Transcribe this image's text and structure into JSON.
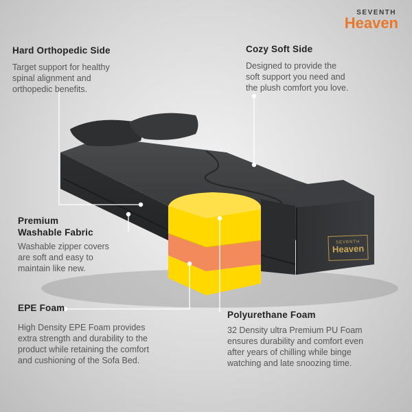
{
  "brand": {
    "top": "SEVENTH",
    "main": "Heaven",
    "accent": "#e8782a"
  },
  "features": {
    "hard_side": {
      "title": "Hard Orthopedic Side",
      "desc": [
        "Target support for healthy",
        "spinal alignment and",
        "orthopedic benefits."
      ]
    },
    "soft_side": {
      "title": "Cozy Soft Side",
      "desc": [
        "Designed to provide the",
        "soft support you need and",
        "the plush  comfort you love."
      ]
    },
    "fabric": {
      "title": [
        "Premium",
        "Washable Fabric"
      ],
      "desc": [
        "Washable zipper covers",
        "are soft and easy to",
        "maintain like new."
      ]
    },
    "epe": {
      "title": "EPE Foam",
      "desc": [
        "High Density EPE Foam provides",
        "extra strength and durability to the",
        "product while retaining the comfort",
        "and cushioning of the Sofa Bed."
      ]
    },
    "pu": {
      "title": "Polyurethane Foam",
      "desc": [
        "32 Density ultra Premium PU Foam",
        "ensures durability and comfort even",
        "after years of chilling while binge",
        "watching and late snoozing time."
      ]
    }
  },
  "product_tag": {
    "top": "SEVENTH",
    "main": "Heaven"
  },
  "colors": {
    "fabric": "#3a3b3d",
    "foam_yellow": "#ffd800",
    "foam_orange": "#f28a5c",
    "line": "#ffffff"
  }
}
